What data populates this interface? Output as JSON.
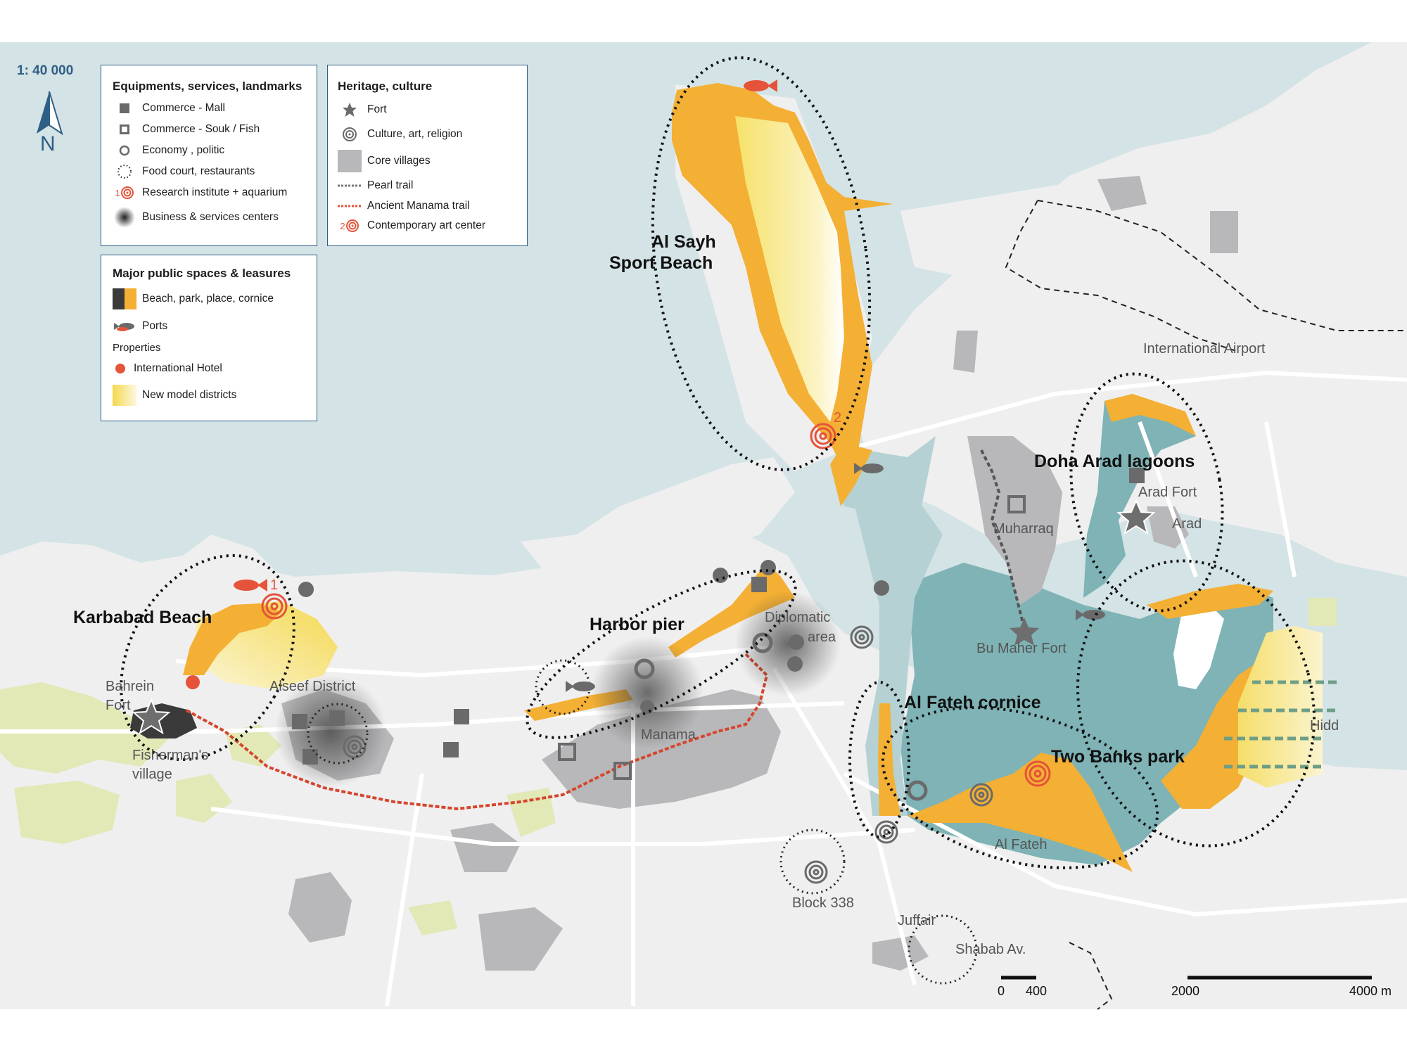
{
  "map": {
    "scale_ratio": "1: 40 000",
    "north_label": "N",
    "colors": {
      "water": "#d4e3e5",
      "land": "#efeff0",
      "lagoon": "#7fb3b6",
      "orange": "#f3b034",
      "yellow": "#f6e26a",
      "grey_district": "#b8b8ba",
      "dark": "#3a3a3a",
      "red": "#e4533a",
      "green_light": "#e3e8b7"
    },
    "place_labels": {
      "al_sayh": "Al Sayh",
      "sport_beach": "Sport Beach",
      "international_airport": "International Airport",
      "doha_arad_lagoons": "Doha Arad lagoons",
      "arad_fort": "Arad Fort",
      "arad": "Arad",
      "muharraq": "Muharraq",
      "bu_maher_fort": "Bu Maher Fort",
      "karbabad_beach": "Karbabad Beach",
      "bahrein": "Bahrein",
      "fort": "Fort",
      "fishermans": "Fisherman's",
      "village": "village",
      "alseef_district": "Alseef District",
      "harbor_pier": "Harbor pier",
      "diplomatic": "Diplomatic",
      "area": "area",
      "manama": "Manama",
      "al_fateh_cornice": "Al Fateh cornice",
      "two_banks_park": "Two Banks park",
      "hidd": "Hidd",
      "al_fateh": "Al Fateh",
      "block_338": "Block 338",
      "juffair": "Juffair",
      "shabab_av": "Shabab Av.",
      "num_1": "1",
      "num_2": "2"
    },
    "scale_bar": {
      "label_0": "0",
      "label_400": "400",
      "label_2000": "2000",
      "label_4000": "4000 m"
    }
  },
  "legend_equipment": {
    "title": "Equipments, services, landmarks",
    "items": [
      {
        "icon": "filled-square-icon",
        "label": "Commerce - Mall"
      },
      {
        "icon": "hollow-square-icon",
        "label": "Commerce - Souk / Fish"
      },
      {
        "icon": "hollow-circle-icon",
        "label": "Economy , politic"
      },
      {
        "icon": "dotted-circle-icon",
        "label": "Food court, restaurants"
      },
      {
        "icon": "target-icon",
        "label": "Research institute + aquarium",
        "number": "1"
      },
      {
        "icon": "blur-dot-icon",
        "label": "Business & services centers"
      }
    ]
  },
  "legend_heritage": {
    "title": "Heritage, culture",
    "items": [
      {
        "icon": "star-icon",
        "label": "Fort"
      },
      {
        "icon": "concentric-circle-icon",
        "label": "Culture, art, religion"
      },
      {
        "icon": "grey-block-icon",
        "label": "Core villages"
      },
      {
        "icon": "pearl-trail-icon",
        "label": "Pearl trail"
      },
      {
        "icon": "manama-trail-icon",
        "label": "Ancient Manama trail"
      },
      {
        "icon": "target-icon",
        "label": "Contemporary art center",
        "number": "2"
      }
    ]
  },
  "legend_public": {
    "title": "Major public spaces & leasures",
    "items": [
      {
        "icon": "beach-swatch-icon",
        "label": "Beach, park, place, cornice"
      },
      {
        "icon": "fish-icon",
        "label": "Ports"
      },
      {
        "icon": "none",
        "label": "Properties"
      },
      {
        "icon": "red-dot-icon",
        "label": "International Hotel"
      },
      {
        "icon": "gradient-swatch-icon",
        "label": "New model districts"
      }
    ]
  }
}
